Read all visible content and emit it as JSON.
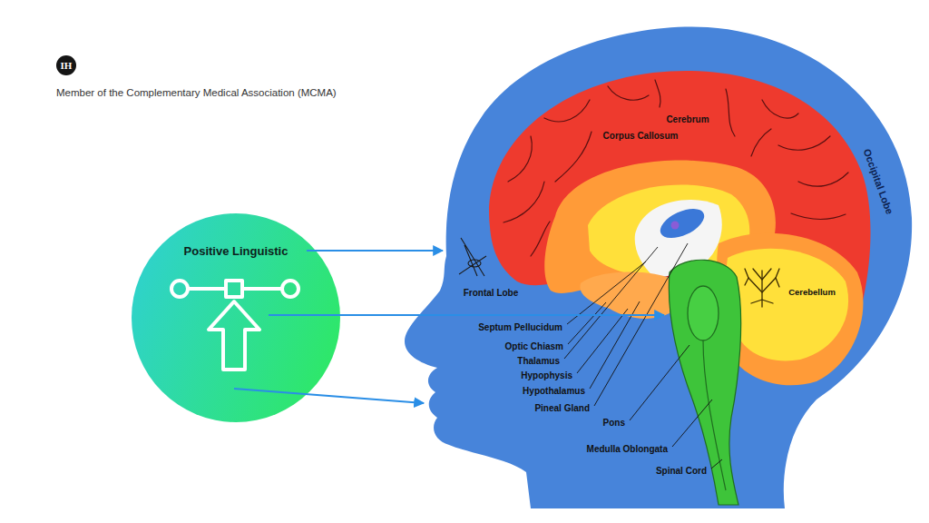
{
  "diagram": {
    "nodes": [
      {
        "text": [
          "IH"
        ]
      },
      {
        "text": [
          "Positive Linguistic"
        ]
      }
    ],
    "labels": [
      "Member of the Complementary Medical Association (MCMA)",
      "Cerebrum",
      "Corpus Callosum",
      "Occipital Lobe",
      "Frontal Lobe",
      "Cerebellum",
      "Septum Pellucidum",
      "Optic Chiasm",
      "Thalamus",
      "Hypophysis",
      "Hypothalamus",
      "Pineal Gland",
      "Pons",
      "Medulla Oblongata",
      "Spinal Cord"
    ]
  }
}
